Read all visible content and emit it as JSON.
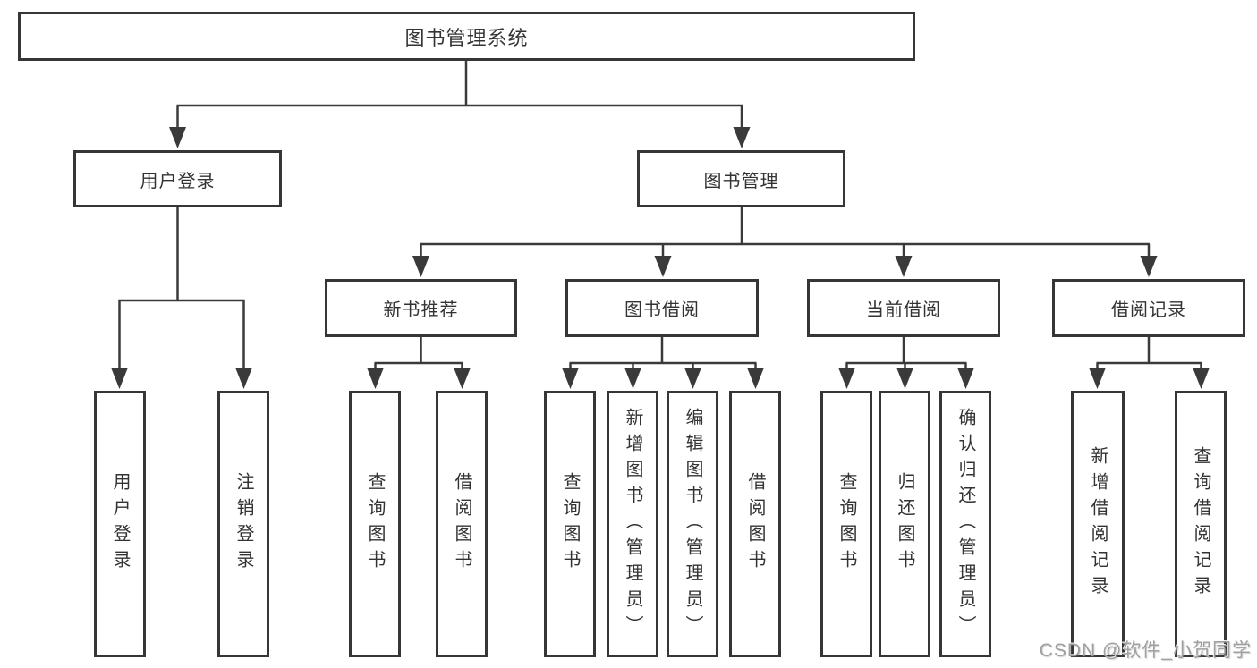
{
  "root": {
    "label": "图书管理系统"
  },
  "level2": [
    {
      "label": "用户登录"
    },
    {
      "label": "图书管理"
    }
  ],
  "level3": [
    {
      "label": "新书推荐"
    },
    {
      "label": "图书借阅"
    },
    {
      "label": "当前借阅"
    },
    {
      "label": "借阅记录"
    }
  ],
  "leaves": [
    {
      "label": "用户登录"
    },
    {
      "label": "注销登录"
    },
    {
      "label": "查询图书"
    },
    {
      "label": "借阅图书"
    },
    {
      "label": "查询图书"
    },
    {
      "label": "新增图书（管理员）"
    },
    {
      "label": "编辑图书（管理员）"
    },
    {
      "label": "借阅图书"
    },
    {
      "label": "查询图书"
    },
    {
      "label": "归还图书"
    },
    {
      "label": "确认归还（管理员）"
    },
    {
      "label": "新增借阅记录"
    },
    {
      "label": "查询借阅记录"
    }
  ],
  "watermark": {
    "text": "CSDN @软件_小贺同学"
  },
  "colors": {
    "line": "#3a3a3a",
    "box_border": "#363636",
    "text": "#333333",
    "watermark": "#a0a0a0",
    "background": "#ffffff"
  }
}
